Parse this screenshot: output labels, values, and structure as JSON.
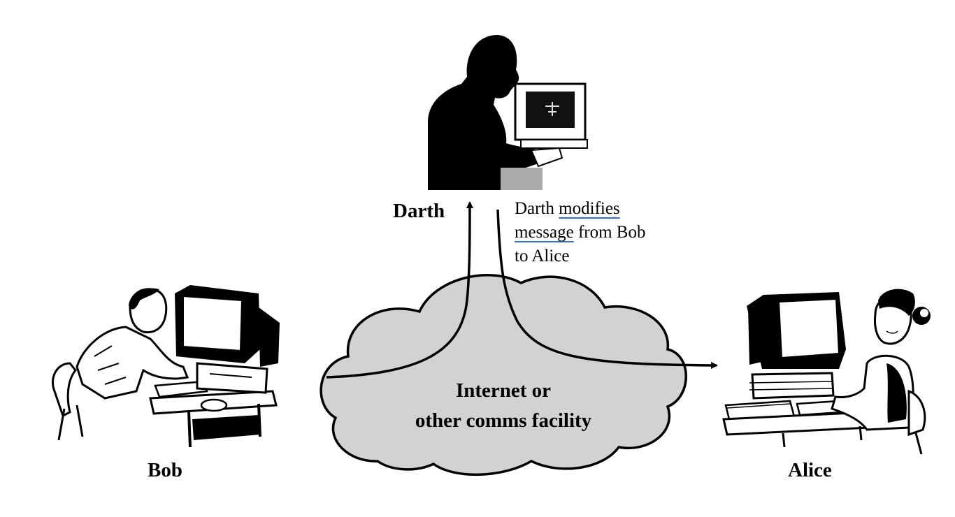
{
  "actors": {
    "darth": "Darth",
    "bob": "Bob",
    "alice": "Alice"
  },
  "cloud": {
    "line1": "Internet or",
    "line2": "other comms facility"
  },
  "note": {
    "w1": "Darth",
    "w2": "modifies",
    "w3": "message",
    "w4": "from Bob",
    "w5": "to Alice"
  },
  "colors": {
    "cloud_fill": "#d2d2d2",
    "underline": "#2f6fd6",
    "ink": "#000000"
  }
}
